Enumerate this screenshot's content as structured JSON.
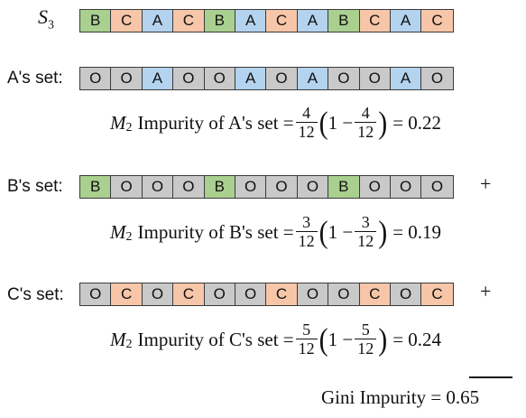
{
  "colors": {
    "A": "#b4d3ee",
    "B": "#a9d08e",
    "C": "#f7c6a8",
    "O": "#c9c9c9"
  },
  "s3": {
    "label": "S",
    "sub": "3",
    "cells": [
      "B",
      "C",
      "A",
      "C",
      "B",
      "A",
      "C",
      "A",
      "B",
      "C",
      "A",
      "C"
    ]
  },
  "rows": [
    {
      "id": "a",
      "label": "A's set:",
      "cells": [
        "O",
        "O",
        "A",
        "O",
        "O",
        "A",
        "O",
        "A",
        "O",
        "O",
        "A",
        "O"
      ]
    },
    {
      "id": "b",
      "label": "B's set:",
      "cells": [
        "B",
        "O",
        "O",
        "O",
        "B",
        "O",
        "O",
        "O",
        "B",
        "O",
        "O",
        "O"
      ]
    },
    {
      "id": "c",
      "label": "C's set:",
      "cells": [
        "O",
        "C",
        "O",
        "C",
        "O",
        "O",
        "C",
        "O",
        "O",
        "C",
        "O",
        "C"
      ]
    }
  ],
  "formulas": [
    {
      "m": "M",
      "sub": "2",
      "text": "Impurity of A's set =",
      "num": "4",
      "den": "12",
      "one_minus": "1 −",
      "num2": "4",
      "den2": "12",
      "result": "= 0.22"
    },
    {
      "m": "M",
      "sub": "2",
      "text": "Impurity of B's set =",
      "num": "3",
      "den": "12",
      "one_minus": "1 −",
      "num2": "3",
      "den2": "12",
      "result": "= 0.19"
    },
    {
      "m": "M",
      "sub": "2",
      "text": "Impurity of C's set =",
      "num": "5",
      "den": "12",
      "one_minus": "1 −",
      "num2": "5",
      "den2": "12",
      "result": "= 0.24"
    }
  ],
  "plus_sign": "+",
  "total": {
    "label": "Gini Impurity",
    "result": "= 0.65"
  }
}
